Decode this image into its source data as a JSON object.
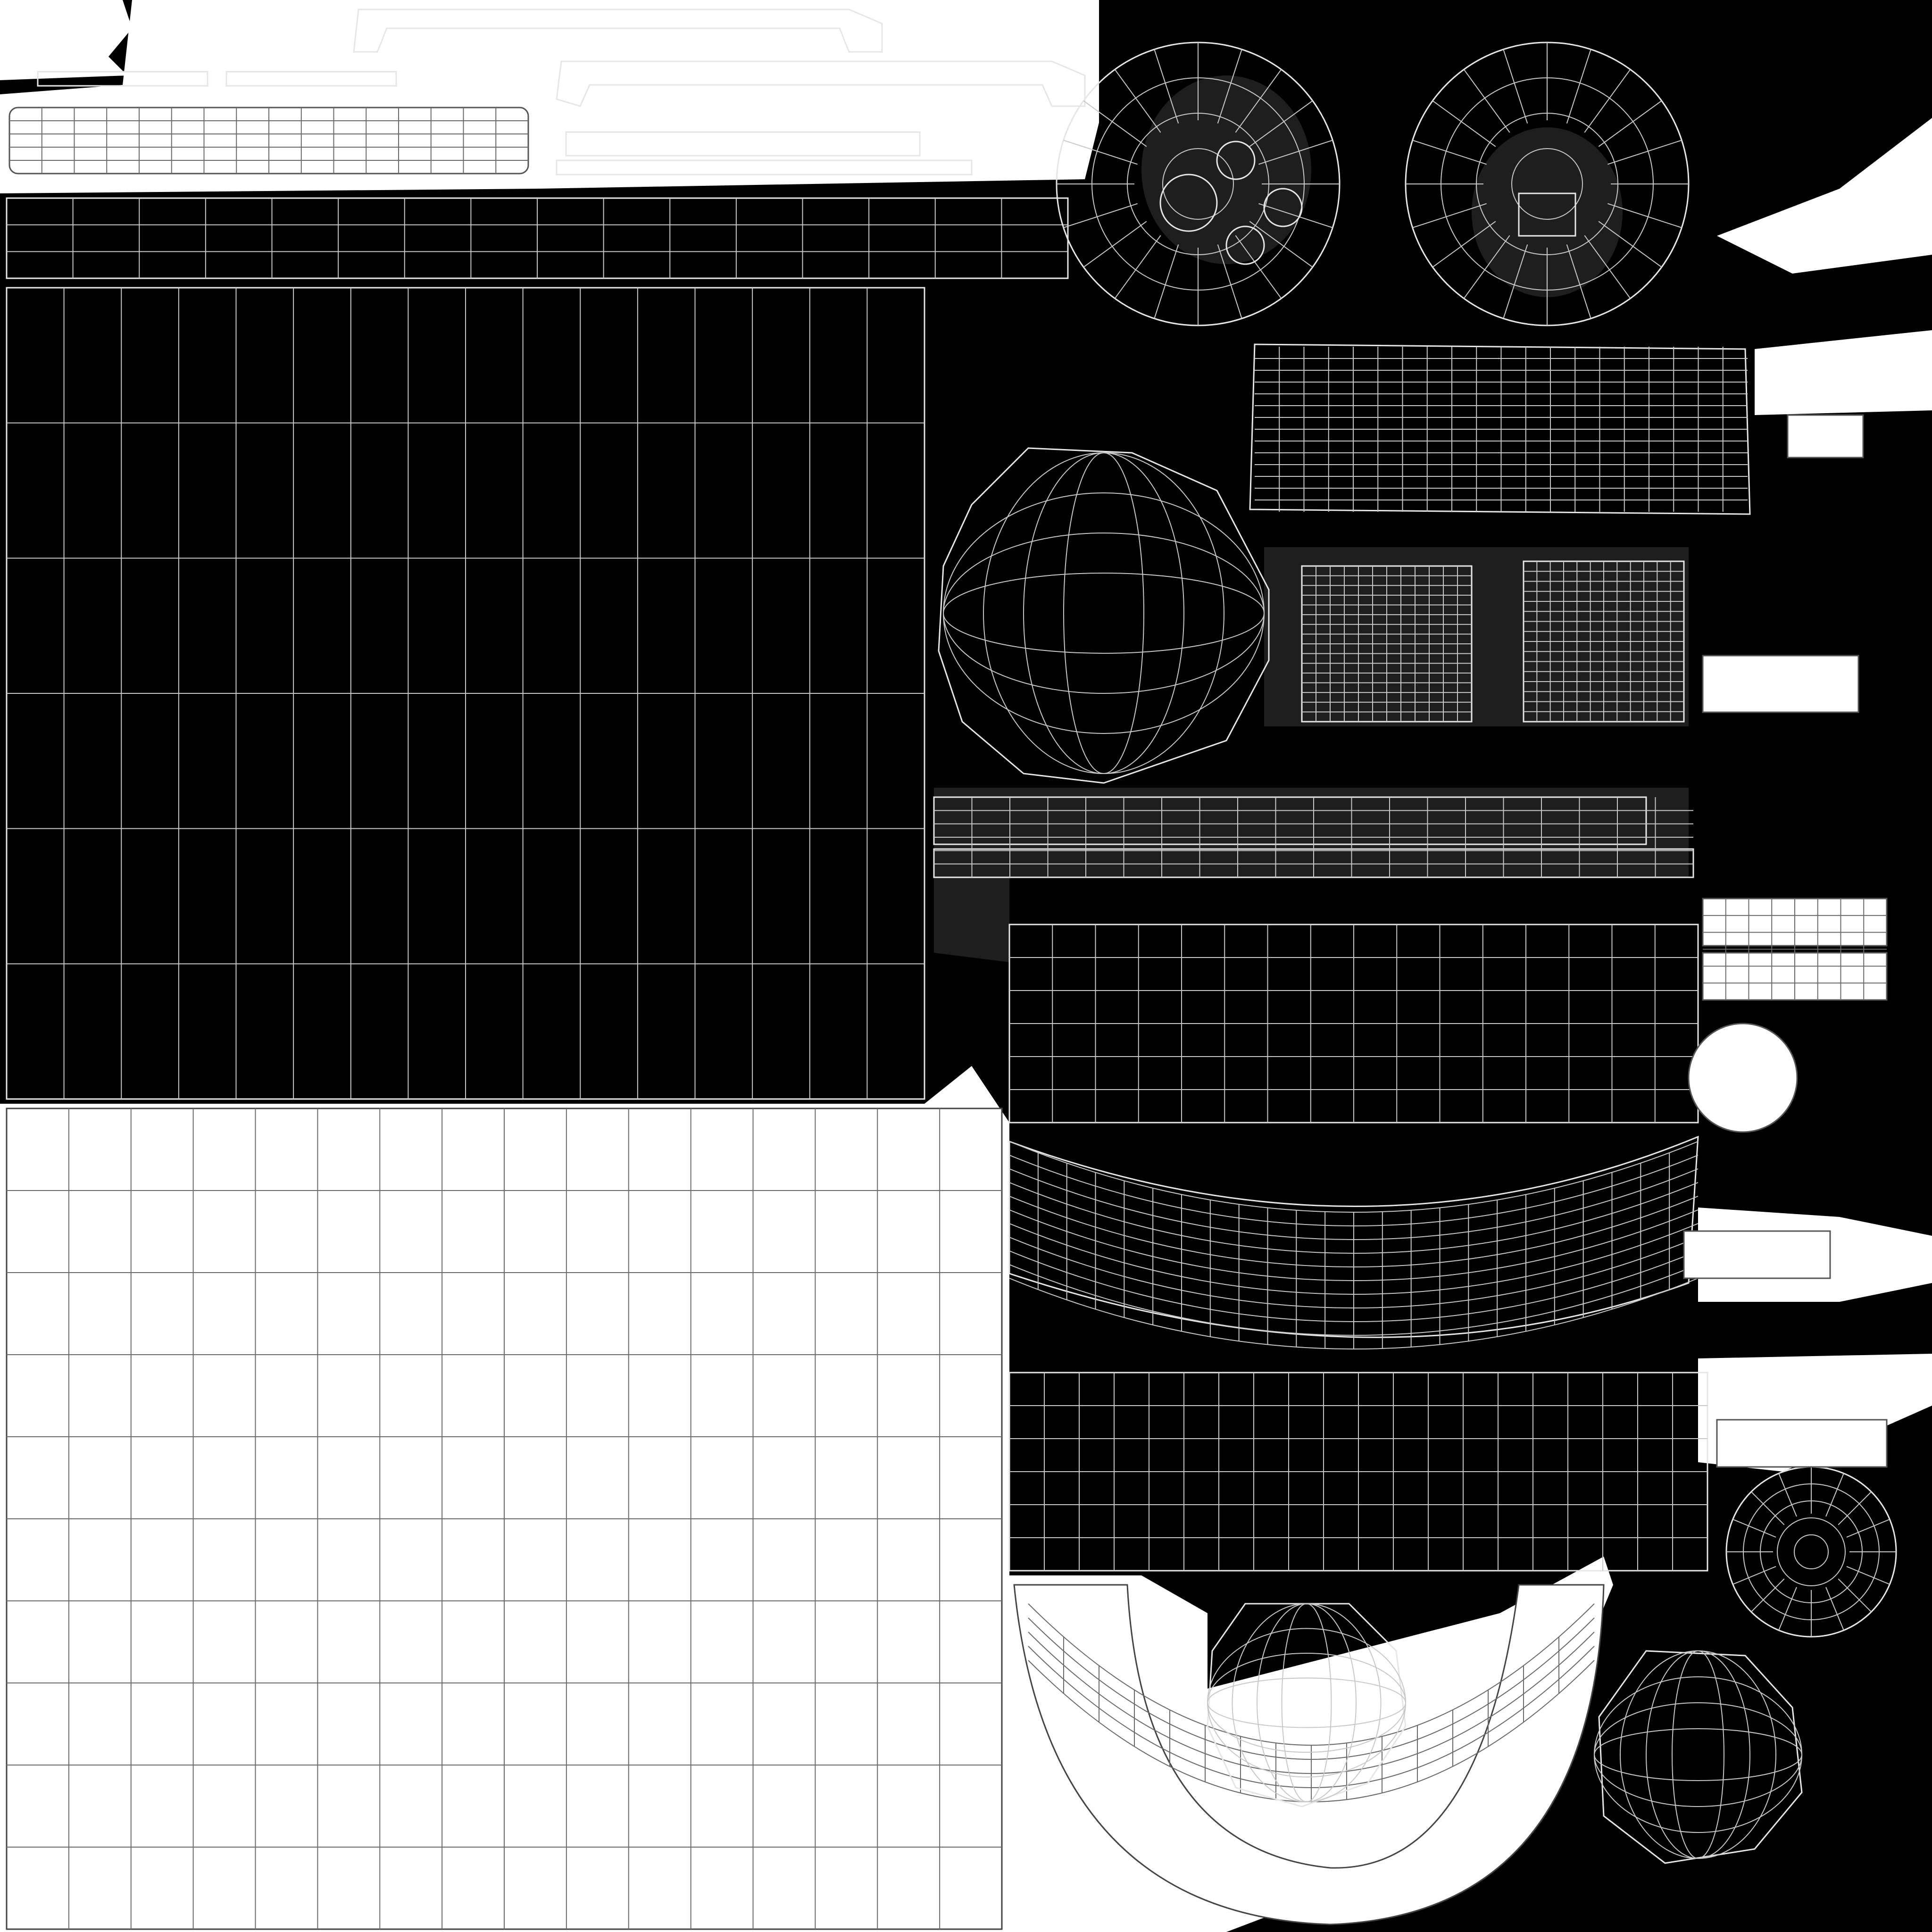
{
  "image_kind": "uv-texture-layout",
  "colors": {
    "background": "#000000",
    "island_white": "#ffffff",
    "island_gray": "#1e1e1e",
    "wire_on_black": "#c8c8c8",
    "wire_on_white": "#6a6a6a"
  },
  "icons": [
    "uv-island-grid",
    "uv-island-radial",
    "uv-island-sphere",
    "uv-island-strip",
    "uv-island-arc"
  ]
}
